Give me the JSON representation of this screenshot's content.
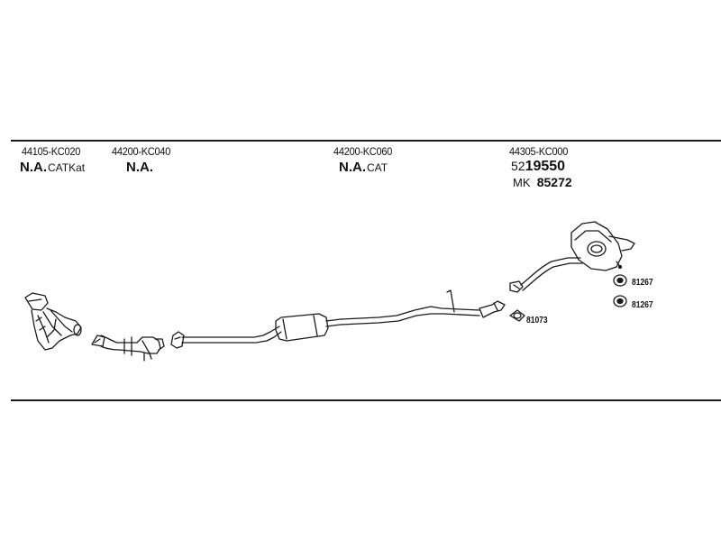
{
  "parts": [
    {
      "part_number": "44105-KC020",
      "availability": "N.A.",
      "note": "CATKat"
    },
    {
      "part_number": "44200-KC040",
      "availability": "N.A.",
      "note": ""
    },
    {
      "part_number": "44200-KC060",
      "availability": "N.A.",
      "note": "CAT"
    },
    {
      "part_number": "44305-KC000",
      "code_prefix": "52",
      "code_main": "19550",
      "mk_prefix": "MK",
      "mk_number": "85272"
    }
  ],
  "accessories": [
    {
      "code": "81267"
    },
    {
      "code": "81267"
    },
    {
      "code": "81073"
    }
  ],
  "colors": {
    "line": "#1a1a1a",
    "background": "#ffffff"
  }
}
